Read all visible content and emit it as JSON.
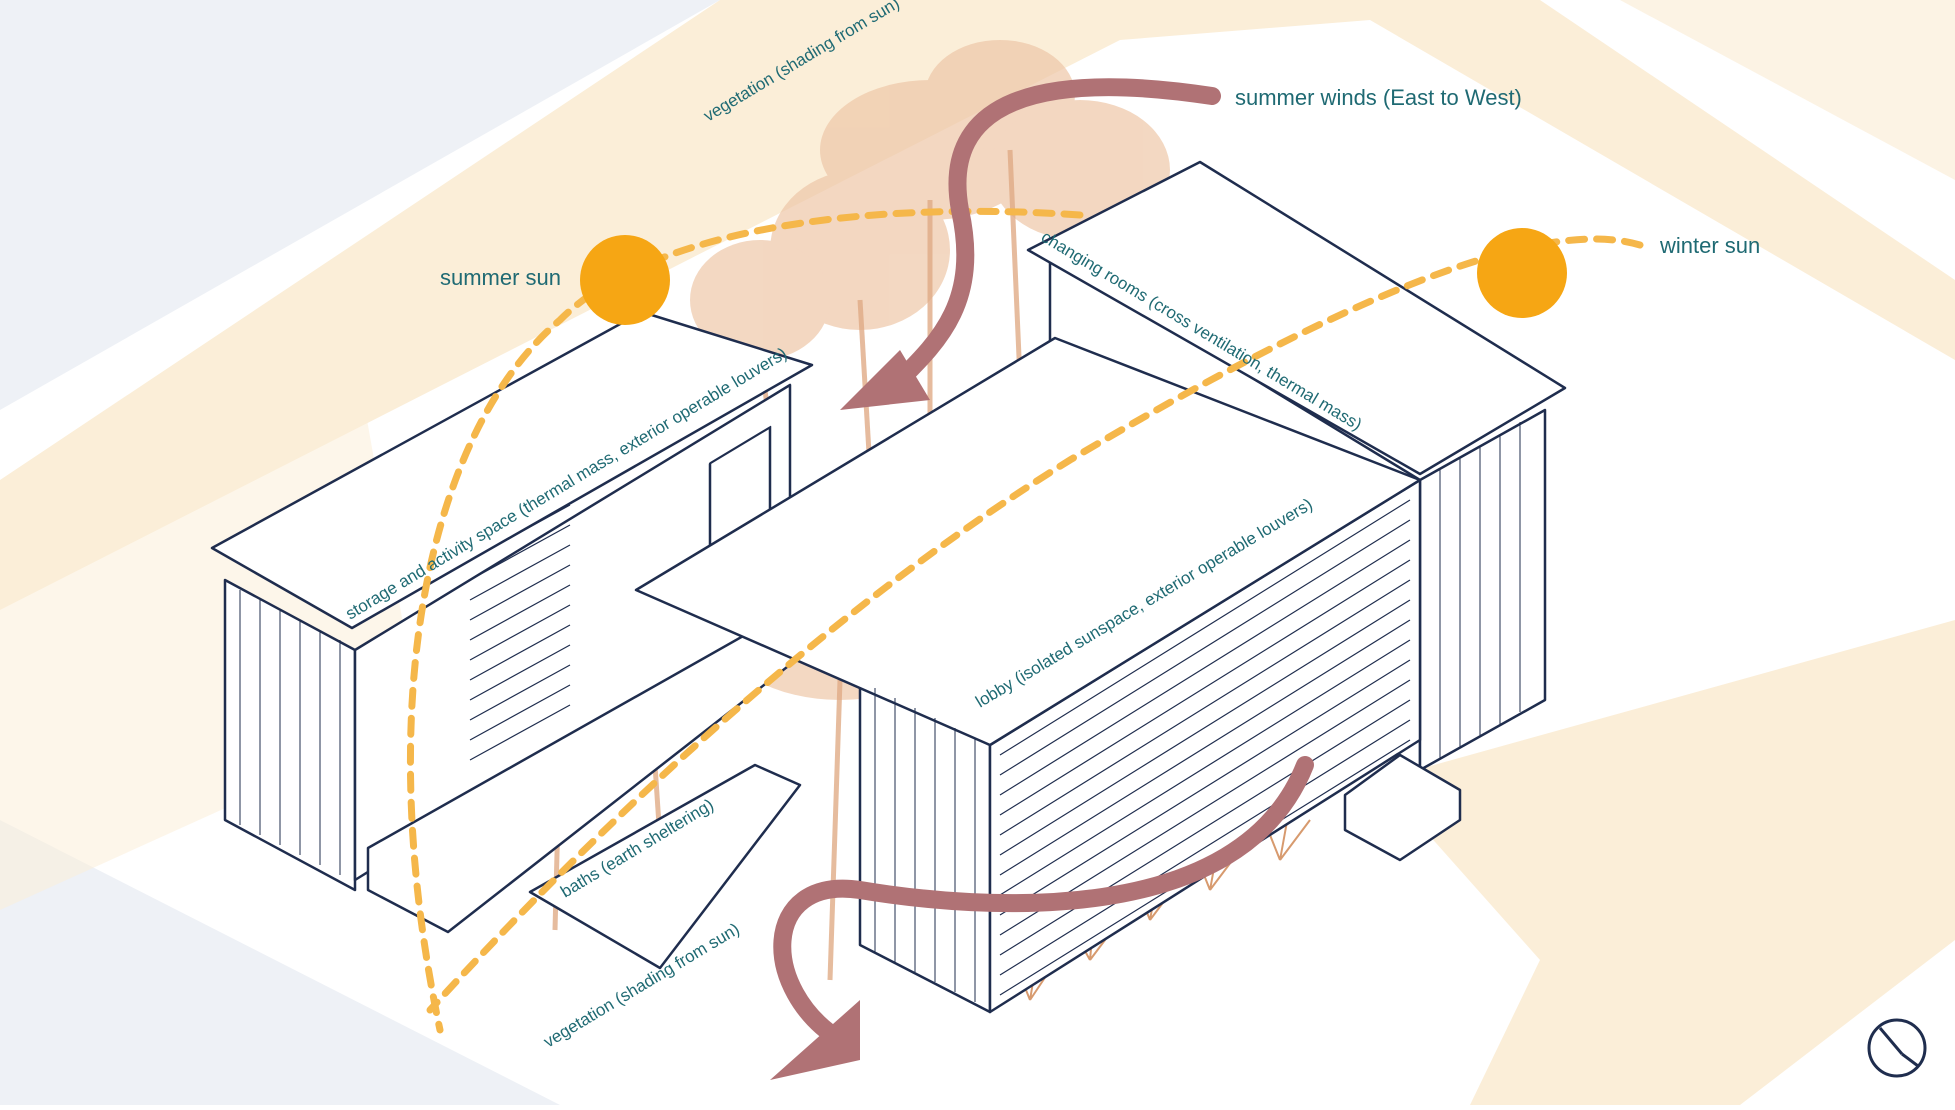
{
  "colors": {
    "ground_tan": "#fbeed8",
    "street_gray": "#eef1f6",
    "line_navy": "#1f2d4e",
    "label_teal": "#1f6a73",
    "sun_orange": "#f6a614",
    "sun_path": "#f5b74a",
    "wind_arrow": "#b07275",
    "vegetation": "#e6b594"
  },
  "labels": {
    "summer_winds": "summer winds (East to West)",
    "winter_sun": "winter sun",
    "summer_sun": "summer sun",
    "vegetation_top": "vegetation (shading from sun)",
    "vegetation_bottom": "vegetation (shading from sun)",
    "changing_rooms": "changing rooms (cross ventilation, thermal mass)",
    "storage": "storage and activity space (thermal mass, exterior operable louvers)",
    "lobby": "lobby (isolated sunspace, exterior operable louvers)",
    "baths": "baths (earth sheltering)"
  },
  "icons": {
    "sun": "sun-icon",
    "wind": "wind-arrow-icon",
    "north": "north-arrow-icon"
  }
}
